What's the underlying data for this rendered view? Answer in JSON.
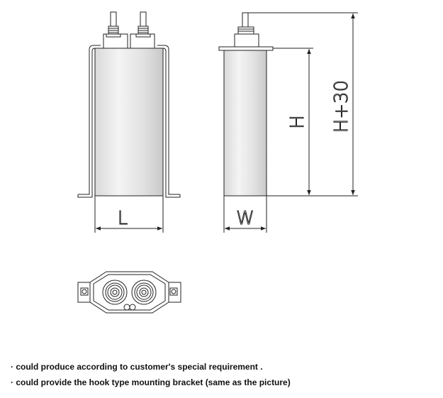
{
  "drawing": {
    "front_view": {
      "dimension_label": "L"
    },
    "side_view": {
      "width_label": "W",
      "height_label": "H",
      "total_height_label": "H+30"
    },
    "top_view": {}
  },
  "notes": [
    "· could produce according to customer's special requirement .",
    "· could provide the hook type mounting bracket (same as the picture)"
  ]
}
